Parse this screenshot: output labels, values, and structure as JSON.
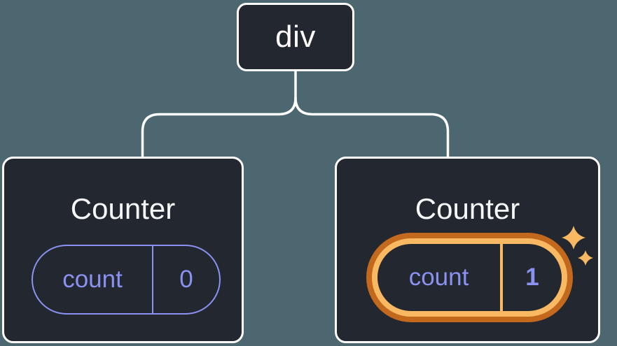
{
  "tree": {
    "root": {
      "label": "div"
    },
    "children": [
      {
        "title": "Counter",
        "state_key": "count",
        "state_value": "0",
        "highlighted": false
      },
      {
        "title": "Counter",
        "state_key": "count",
        "state_value": "1",
        "highlighted": true
      }
    ]
  },
  "icons": {
    "sparkle_large": "sparkle-large-icon",
    "sparkle_small": "sparkle-small-icon"
  },
  "colors": {
    "background": "#4D6770",
    "node_fill": "#23272F",
    "node_border": "#FFFFFF",
    "title_text": "#F6F7F9",
    "state_accent": "#8A91F0",
    "highlight_outer": "#C2691E",
    "highlight_inner": "#F9B963"
  }
}
